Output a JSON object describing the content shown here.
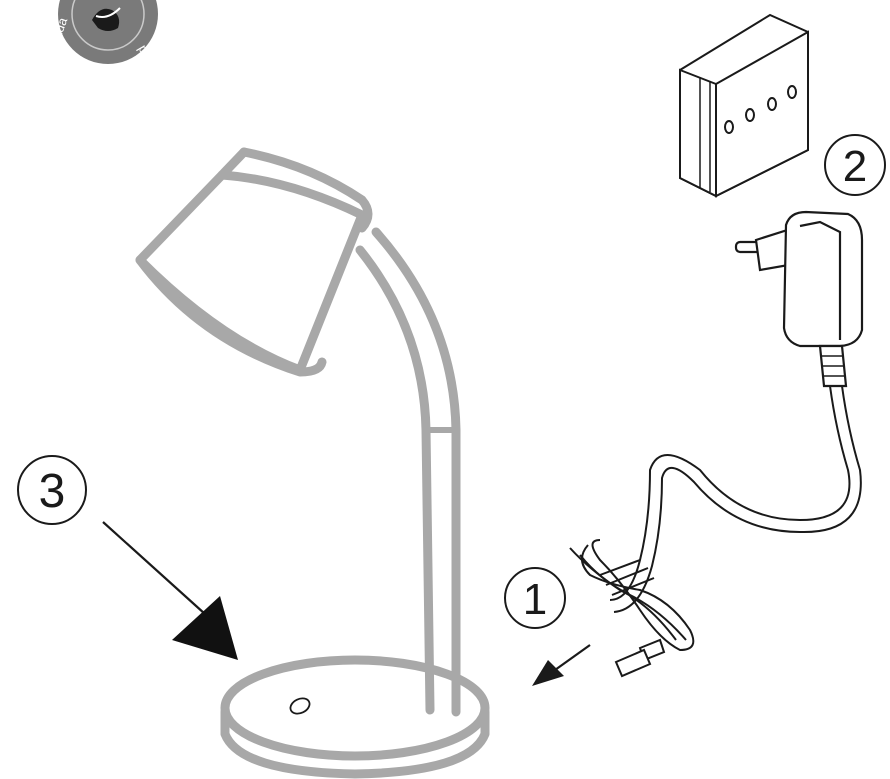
{
  "figure": {
    "steps": [
      {
        "number": "1"
      },
      {
        "number": "2"
      },
      {
        "number": "3"
      }
    ],
    "logo": {
      "text": "adamplicum"
    },
    "colors": {
      "lamp": "#a8a8a8",
      "line": "#1a1a1a",
      "arrow": "#111111",
      "logo_bg": "#7a7a7a"
    }
  }
}
